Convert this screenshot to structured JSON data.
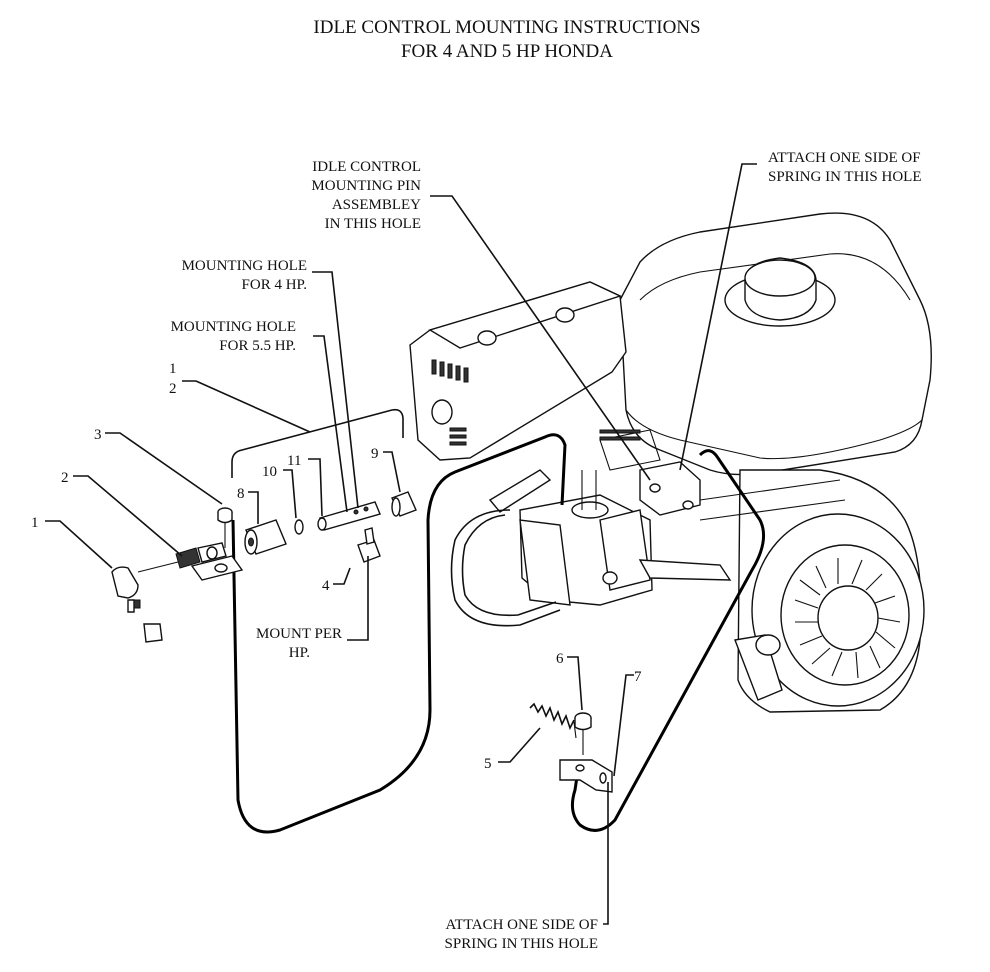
{
  "title": {
    "line1": "IDLE CONTROL MOUNTING INSTRUCTIONS",
    "line2": "FOR 4 AND 5 HP HONDA"
  },
  "callouts": {
    "pin_assembly": [
      "IDLE CONTROL",
      "MOUNTING PIN",
      "ASSEMBLEY",
      "IN THIS HOLE"
    ],
    "spring_top": [
      "ATTACH ONE SIDE OF",
      "SPRING IN THIS HOLE"
    ],
    "spring_bottom": [
      "ATTACH ONE SIDE OF",
      "SPRING IN THIS HOLE"
    ],
    "hole_4hp": [
      "MOUNTING HOLE",
      "FOR 4 HP."
    ],
    "hole_55hp": [
      "MOUNTING HOLE",
      "FOR 5.5 HP."
    ],
    "mount_per": [
      "MOUNT PER",
      "HP."
    ]
  },
  "part_numbers": {
    "p1": "1",
    "p2": "2",
    "p3": "3",
    "p4": "4",
    "p5": "5",
    "p6": "6",
    "p7": "7",
    "p8": "8",
    "p9": "9",
    "p10": "10",
    "p11": "11",
    "group_top": "1",
    "group_bottom": "2"
  },
  "colors": {
    "ink": "#111111",
    "background": "#ffffff"
  }
}
